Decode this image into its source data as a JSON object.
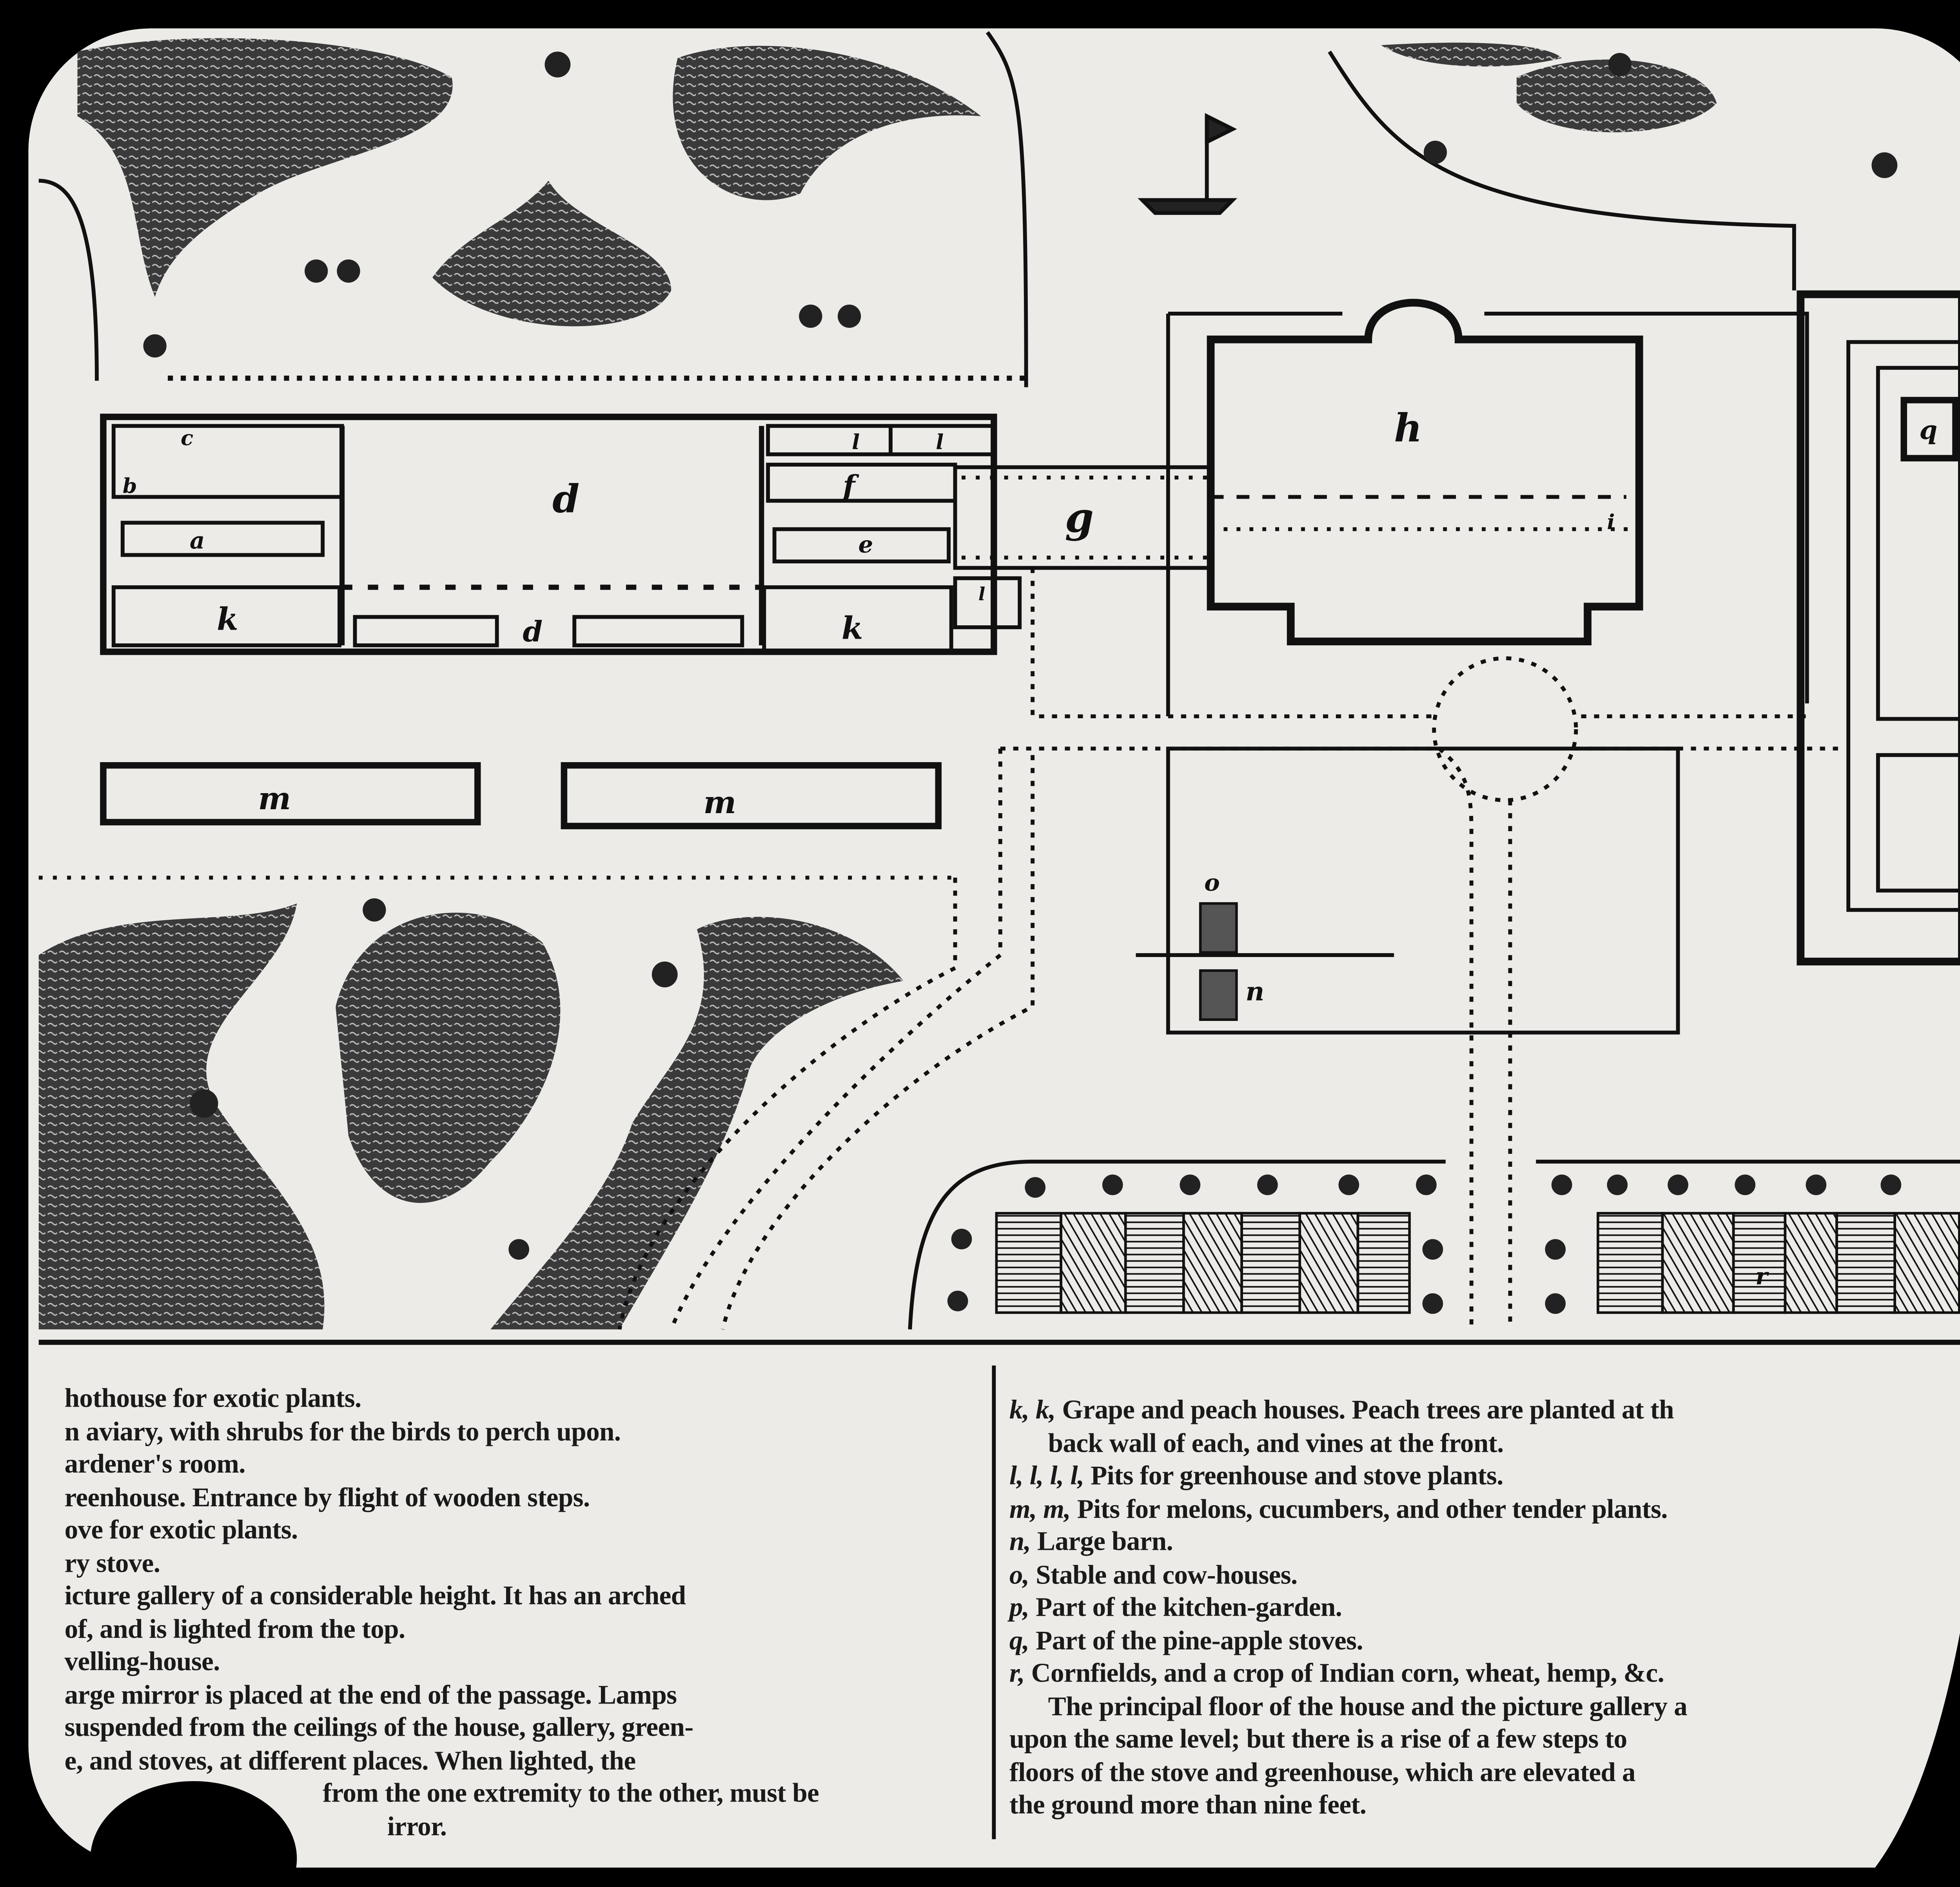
{
  "plan": {
    "labels": {
      "a": "a",
      "b": "b",
      "c": "c",
      "d": "d",
      "d2": "d",
      "e": "e",
      "f": "f",
      "g": "g",
      "h": "h",
      "i": "i",
      "k1": "k",
      "k2": "k",
      "l1": "l",
      "l2": "l",
      "l3": "l",
      "m1": "m",
      "m2": "m",
      "n": "n",
      "o": "o",
      "q": "q",
      "r": "r"
    },
    "colors": {
      "paper": "#ecebe8",
      "ink": "#111111",
      "woods": "#3a3a3a",
      "frame": "#000000"
    }
  },
  "legend": {
    "left": [
      "hothouse for exotic plants.",
      "n aviary, with shrubs for the birds to perch upon.",
      "ardener's room.",
      "reenhouse.    Entrance by flight of wooden steps.",
      "ove for exotic plants.",
      "ry stove.",
      "icture gallery of a considerable height.   It has an arched",
      "of, and is lighted from the top.",
      "velling-house.",
      "arge mirror is placed at the end of the passage.   Lamps",
      "suspended from the ceilings of the house, gallery, green-",
      "e, and stoves, at different places.   When lighted, the",
      "from the one extremity to the other, must be",
      "irror."
    ],
    "right": [
      {
        "key": "k, k,",
        "text": "Grape and peach houses.   Peach trees are planted at th"
      },
      {
        "key": "",
        "text": "back wall of each, and vines at the front."
      },
      {
        "key": "l, l, l, l,",
        "text": "Pits for greenhouse and stove plants."
      },
      {
        "key": "m, m,",
        "text": "Pits for melons, cucumbers, and other tender plants."
      },
      {
        "key": "n,",
        "text": "Large barn."
      },
      {
        "key": "o,",
        "text": "Stable and cow-houses."
      },
      {
        "key": "p,",
        "text": "Part of the kitchen-garden."
      },
      {
        "key": "q,",
        "text": "Part of the pine-apple stoves."
      },
      {
        "key": "r,",
        "text": "Cornfields, and a crop of Indian corn, wheat, hemp, &c."
      }
    ],
    "paragraph": [
      "The principal floor of the house and the picture gallery a",
      "upon the same level; but there is a rise of a few steps to",
      "floors of the stove and greenhouse, which are elevated a",
      "the ground more than nine feet."
    ]
  }
}
